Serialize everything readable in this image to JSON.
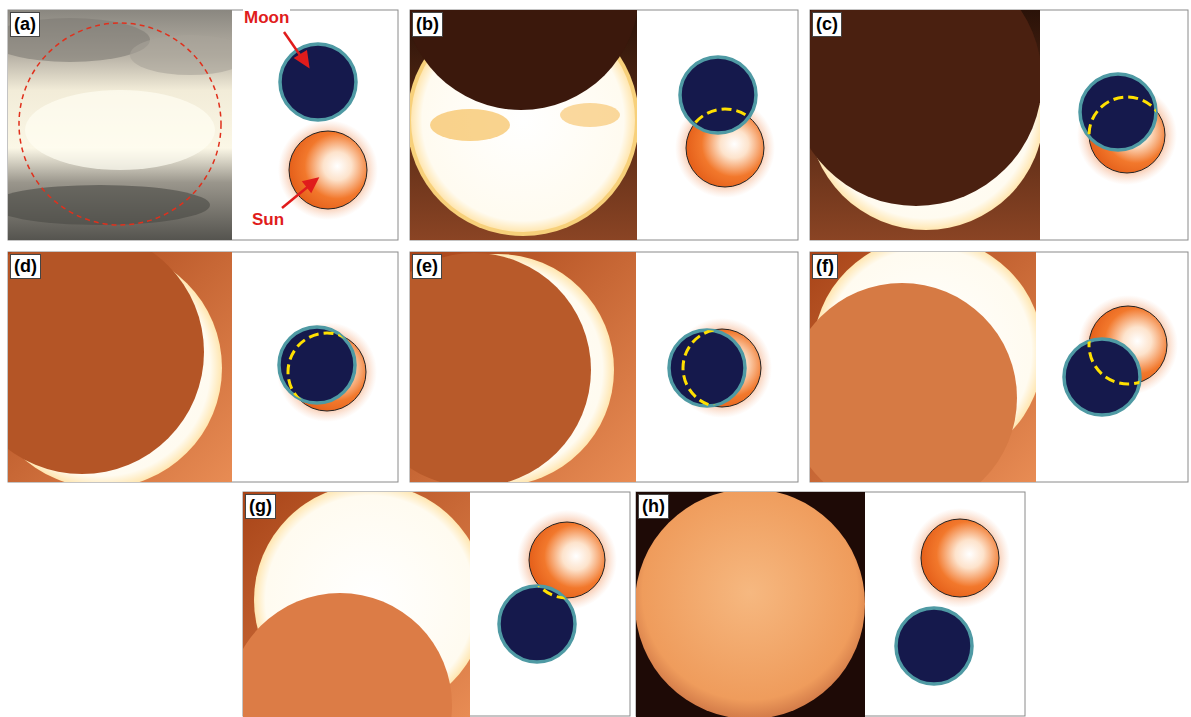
{
  "diagram": {
    "labels": [
      "(a)",
      "Moon",
      "Sun",
      "(b)",
      "(c)",
      "(d)",
      "(e)",
      "(f)",
      "(g)",
      "(h)"
    ]
  }
}
